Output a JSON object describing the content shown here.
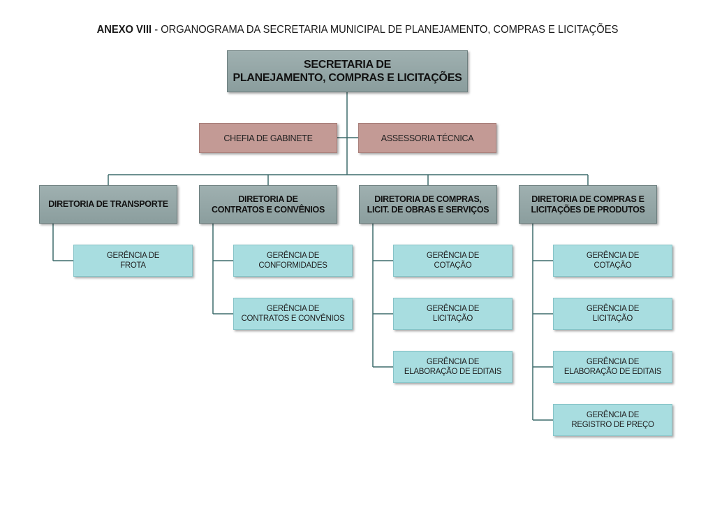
{
  "title": {
    "prefix": "ANEXO VIII",
    "rest": " - ORGANOGRAMA DA SECRETARIA MUNICIPAL DE PLANEJAMENTO, COMPRAS E LICITAÇÕES"
  },
  "secretaria": "SECRETARIA DE\nPLANEJAMENTO, COMPRAS E LICITAÇÕES",
  "staff": {
    "chefia": "CHEFIA DE GABINETE",
    "assessoria": "ASSESSORIA TÉCNICA"
  },
  "diretorias": [
    {
      "name": "DIRETORIA DE TRANSPORTE",
      "gerencias": [
        "GERÊNCIA DE\nFROTA"
      ]
    },
    {
      "name": "DIRETORIA DE\nCONTRATOS E CONVÊNIOS",
      "gerencias": [
        "GERÊNCIA DE\nCONFORMIDADES",
        "GERÊNCIA DE\nCONTRATOS E CONVÊNIOS"
      ]
    },
    {
      "name": "DIRETORIA DE COMPRAS,\nLICIT. DE OBRAS E SERVIÇOS",
      "gerencias": [
        "GERÊNCIA DE\nCOTAÇÃO",
        "GERÊNCIA DE\nLICITAÇÃO",
        "GERÊNCIA DE\nELABORAÇÃO DE EDITAIS"
      ]
    },
    {
      "name": "DIRETORIA DE COMPRAS E\nLICITAÇÕES DE PRODUTOS",
      "gerencias": [
        "GERÊNCIA DE\nCOTAÇÃO",
        "GERÊNCIA DE\nLICITAÇÃO",
        "GERÊNCIA DE\nELABORAÇÃO DE EDITAIS",
        "GERÊNCIA DE\nREGISTRO DE PREÇO"
      ]
    }
  ],
  "colors": {
    "connector": "#3d6b6b",
    "secretaria_fill": "#98aaaa",
    "staff_fill": "#c39a95",
    "diretoria_fill": "#98aaaa",
    "gerencia_fill": "#a8dde0"
  }
}
